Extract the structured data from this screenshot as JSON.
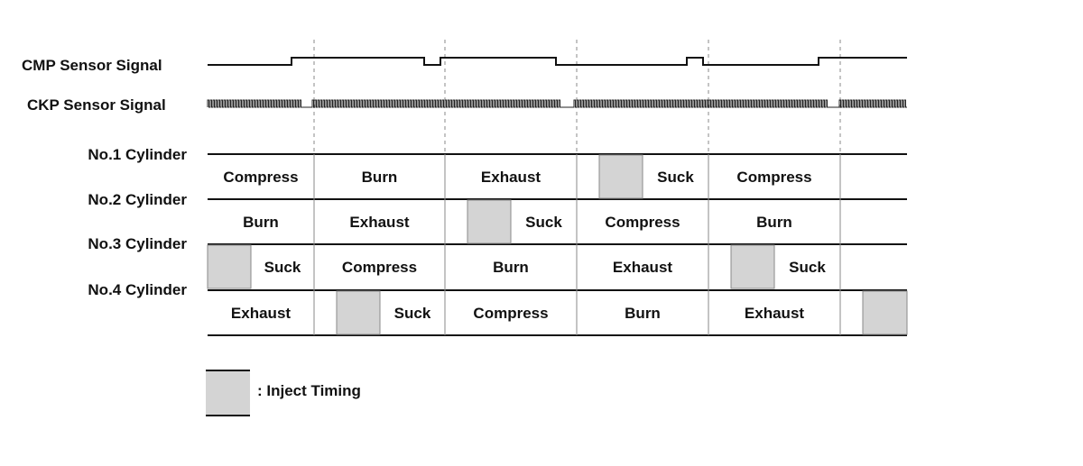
{
  "signals": {
    "cmp": {
      "label": "CMP Sensor Signal"
    },
    "ckp": {
      "label": "CKP Sensor Signal"
    }
  },
  "cylinders": [
    {
      "label": "No.1 Cylinder",
      "strokes": [
        {
          "text": "Compress",
          "inject": false
        },
        {
          "text": "Burn",
          "inject": false
        },
        {
          "text": "Exhaust",
          "inject": false
        },
        {
          "text": "Suck",
          "inject": true
        },
        {
          "text": "Compress",
          "inject": false
        },
        {
          "text": "",
          "inject": false
        }
      ]
    },
    {
      "label": "No.2 Cylinder",
      "strokes": [
        {
          "text": "Burn",
          "inject": false
        },
        {
          "text": "Exhaust",
          "inject": false
        },
        {
          "text": "Suck",
          "inject": true
        },
        {
          "text": "Compress",
          "inject": false
        },
        {
          "text": "Burn",
          "inject": false
        },
        {
          "text": "",
          "inject": false
        }
      ]
    },
    {
      "label": "No.3 Cylinder",
      "strokes": [
        {
          "text": "Suck",
          "inject": true
        },
        {
          "text": "Compress",
          "inject": false
        },
        {
          "text": "Burn",
          "inject": false
        },
        {
          "text": "Exhaust",
          "inject": false
        },
        {
          "text": "Suck",
          "inject": true
        },
        {
          "text": "",
          "inject": false
        }
      ]
    },
    {
      "label": "No.4 Cylinder",
      "strokes": [
        {
          "text": "Exhaust",
          "inject": false
        },
        {
          "text": "Suck",
          "inject": true
        },
        {
          "text": "Compress",
          "inject": false
        },
        {
          "text": "Burn",
          "inject": false
        },
        {
          "text": "Exhaust",
          "inject": false
        },
        {
          "text": "",
          "inject": true
        }
      ]
    }
  ],
  "legend": {
    "label": ": Inject Timing"
  },
  "colors": {
    "inject_fill": "#d4d4d4",
    "line": "#111111",
    "divider": "#8a8a8a"
  }
}
